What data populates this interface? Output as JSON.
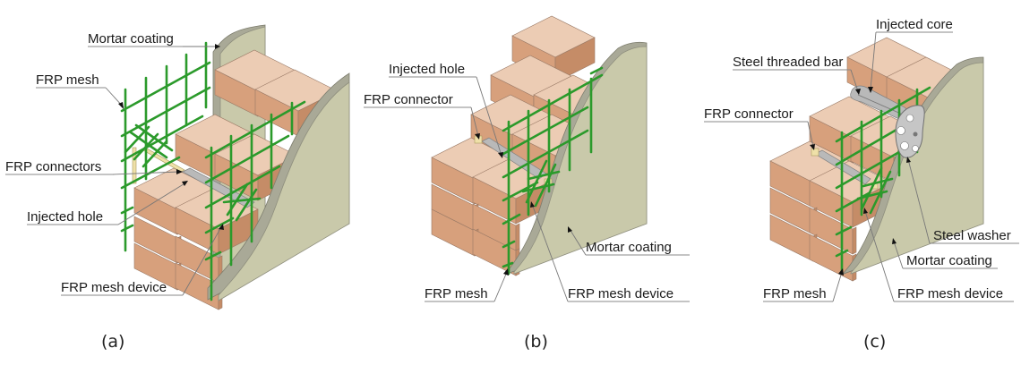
{
  "figure": {
    "panels": [
      {
        "caption": "(a)",
        "labels": {
          "mortar_coating": "Mortar coating",
          "frp_mesh": "FRP mesh",
          "frp_connectors": "FRP connectors",
          "injected_hole": "Injected hole",
          "frp_mesh_device": "FRP mesh device"
        }
      },
      {
        "caption": "(b)",
        "labels": {
          "injected_hole": "Injected hole",
          "frp_connector": "FRP connector",
          "mortar_coating": "Mortar coating",
          "frp_mesh": "FRP mesh",
          "frp_mesh_device": "FRP mesh device"
        }
      },
      {
        "caption": "(c)",
        "labels": {
          "injected_core": "Injected core",
          "steel_threaded_bar": "Steel threaded bar",
          "frp_connector": "FRP connector",
          "steel_washer": "Steel washer",
          "mortar_coating": "Mortar coating",
          "frp_mesh": "FRP mesh",
          "frp_mesh_device": "FRP mesh device"
        }
      }
    ],
    "colors": {
      "frp_mesh": "#2b9a2b",
      "brick": "#d7a07c",
      "mortar": "#c9c9aa",
      "injected": "#b9b9b9",
      "connector": "#efe0a8"
    }
  }
}
